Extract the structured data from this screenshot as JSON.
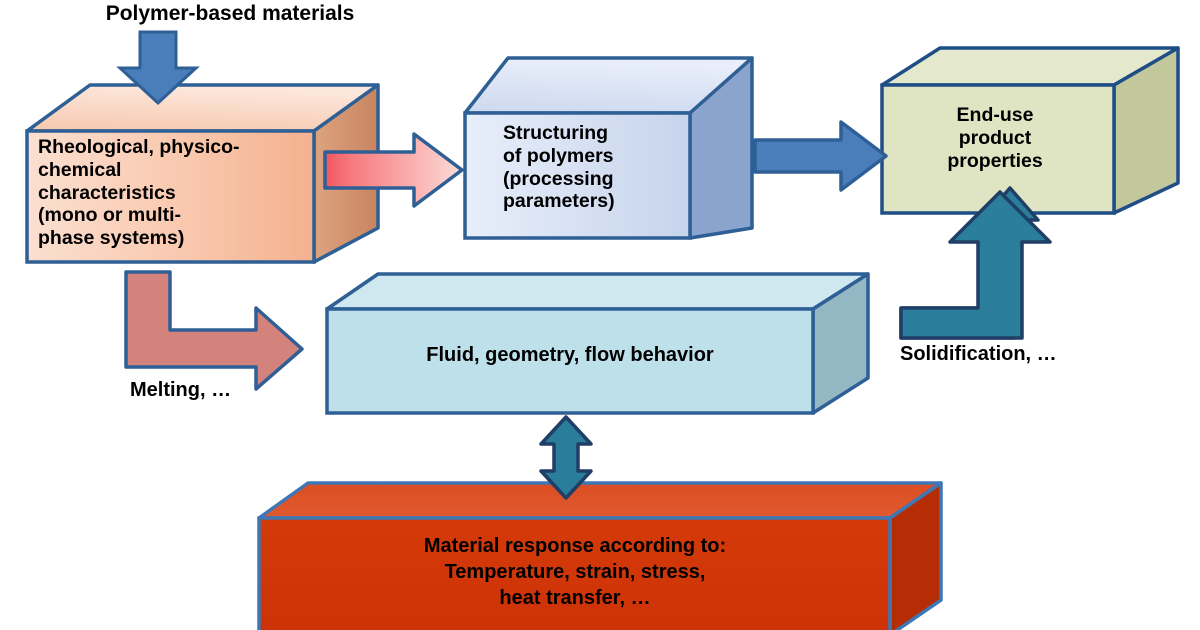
{
  "diagram": {
    "title_label": "Polymer-based materials",
    "nodes": {
      "materials": {
        "text": "Rheological, physico-chemical characteristics  (mono or multi-phase systems)",
        "lines": [
          "Rheological, physico-",
          "chemical",
          "characteristics",
          " (mono or multi-",
          "phase systems)"
        ],
        "front_color": "#f7c6ab",
        "top_color": "#fbe0d2",
        "side_color": "#d08f6c",
        "border_color": "#2e5f95"
      },
      "structuring": {
        "text": "Structuring of polymers (processing parameters)",
        "lines": [
          "Structuring",
          "of polymers",
          "(processing",
          "parameters)"
        ],
        "front_color": "#d2ddf0",
        "top_color": "#e2e9f6",
        "side_color": "#8ba4ce",
        "border_color": "#2e5f95"
      },
      "enduse": {
        "text": "End-use product properties",
        "lines": [
          "End-use",
          "product",
          "properties"
        ],
        "front_color": "#dfe5c2",
        "top_color": "#e4e9cd",
        "side_color": "#c3c79c",
        "border_color": "#1f4e86"
      },
      "fluid": {
        "text": "Fluid, geometry, flow behavior",
        "lines": [
          "Fluid, geometry, flow behavior"
        ],
        "front_color": "#bde0ea",
        "top_color": "#cfe7ef",
        "side_color": "#93b8c4",
        "border_color": "#2e5f95"
      },
      "response": {
        "text": "Material response according to: Temperature, strain, stress, heat transfer, …",
        "lines": [
          "Material response according to:",
          "Temperature, strain, stress,",
          "heat transfer, …"
        ],
        "front_color": "#cf3508",
        "top_color": "#e1552c",
        "side_color": "#b62c05",
        "border_color": "#3f77b5"
      }
    },
    "arrows": {
      "input_down": {
        "name": "polymer-input-arrow",
        "color": "#4a7ebb",
        "border": "#2e5f95"
      },
      "materials_to_structuring": {
        "name": "materials-to-structuring-arrow",
        "color_start": "#f4636b",
        "color_end": "#fbd4d0",
        "border": "#2e5f95"
      },
      "structuring_to_enduse": {
        "name": "structuring-to-enduse-arrow",
        "color": "#4a7ebb",
        "border": "#2e5f95"
      },
      "melting": {
        "label": "Melting, …",
        "color": "#d4837c",
        "border": "#2e5f95"
      },
      "solidification": {
        "label": "Solidification, …",
        "color": "#2b7e9b",
        "border": "#1f3f66"
      },
      "fluid_response": {
        "name": "fluid-response-double-arrow",
        "color": "#2b7e9b",
        "border": "#1f3f66"
      }
    }
  }
}
